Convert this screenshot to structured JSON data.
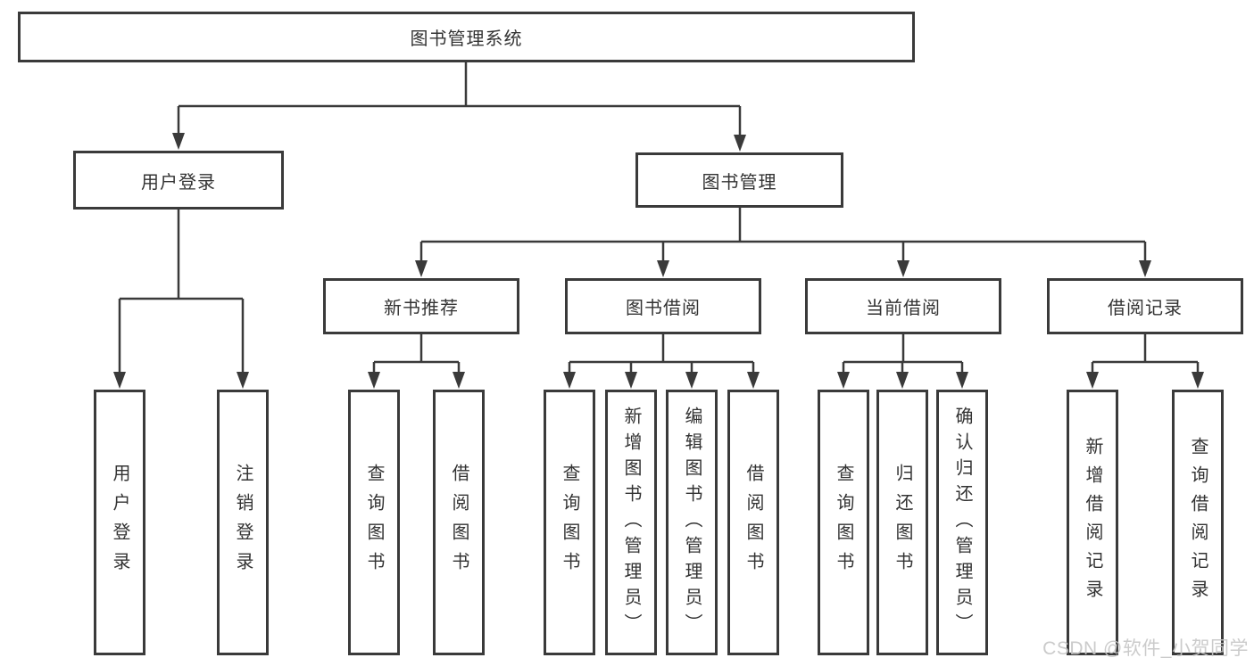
{
  "colors": {
    "line": "#3a3a3a",
    "box_border": "#3a3a3a",
    "text": "#333333",
    "watermark": "#c5c5c5",
    "background": "#ffffff"
  },
  "tree": {
    "root": {
      "label": "图书管理系统"
    },
    "branches": [
      {
        "label": "用户登录",
        "children": [
          {
            "label": "用户登录"
          },
          {
            "label": "注销登录"
          }
        ]
      },
      {
        "label": "图书管理",
        "children": [
          {
            "label": "新书推荐",
            "children": [
              {
                "label": "查询图书"
              },
              {
                "label": "借阅图书"
              }
            ]
          },
          {
            "label": "图书借阅",
            "children": [
              {
                "label": "查询图书"
              },
              {
                "label": "新增图书（管理员）"
              },
              {
                "label": "编辑图书（管理员）"
              },
              {
                "label": "借阅图书"
              }
            ]
          },
          {
            "label": "当前借阅",
            "children": [
              {
                "label": "查询图书"
              },
              {
                "label": "归还图书"
              },
              {
                "label": "确认归还（管理员）"
              }
            ]
          },
          {
            "label": "借阅记录",
            "children": [
              {
                "label": "新增借阅记录"
              },
              {
                "label": "查询借阅记录"
              }
            ]
          }
        ]
      }
    ]
  },
  "watermark": {
    "text": "CSDN @软件_小贺同学"
  }
}
